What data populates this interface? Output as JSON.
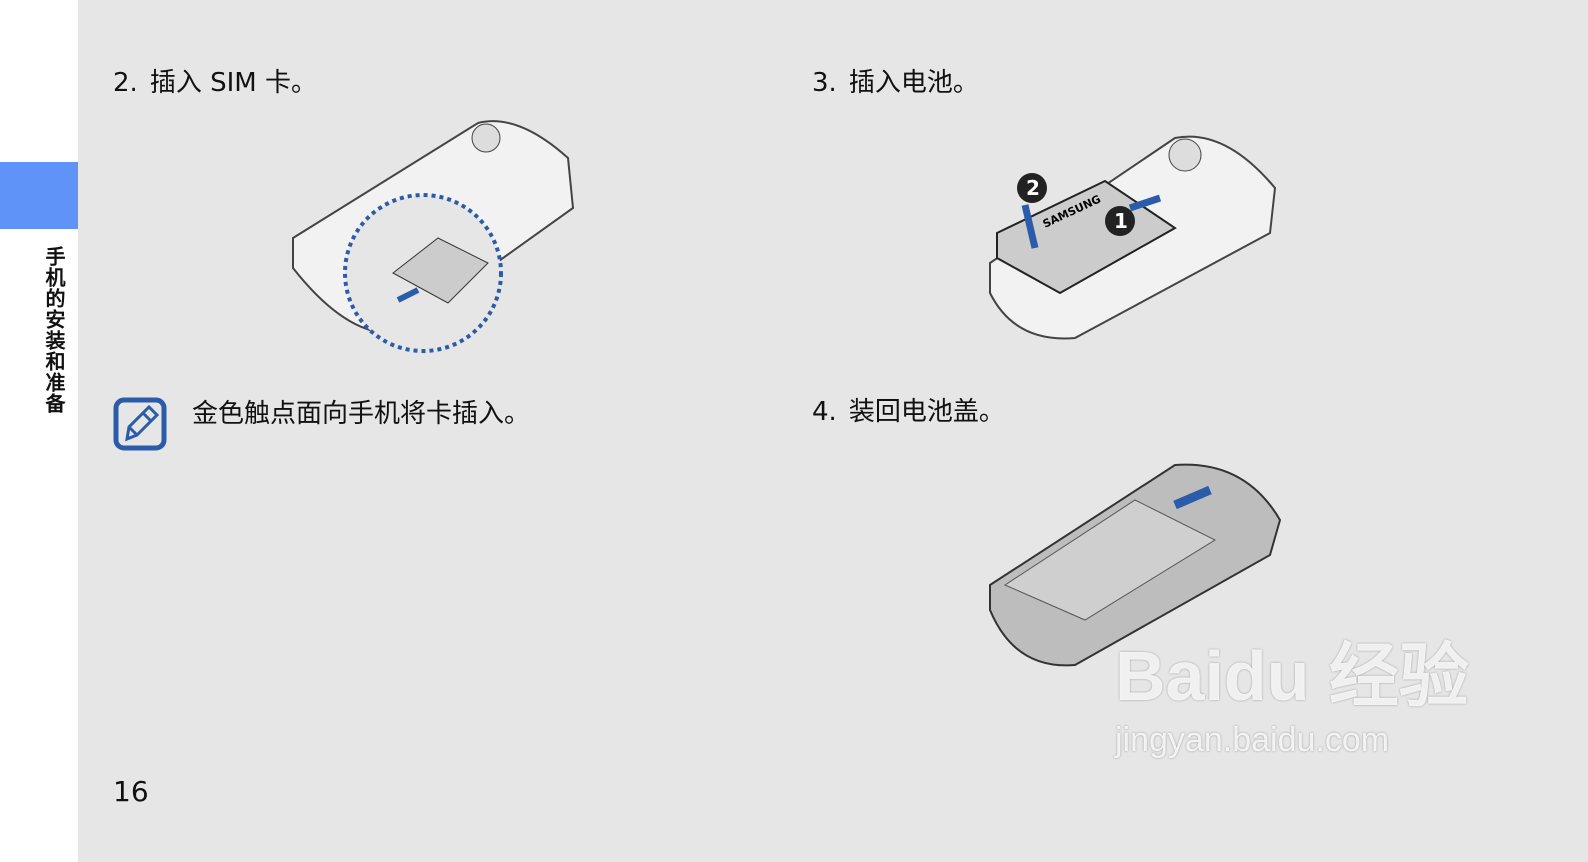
{
  "sidebar": {
    "section_title": "手机的安装和准备",
    "accent": "#5f93f7"
  },
  "steps": [
    {
      "number": "2.",
      "text": "插入 SIM 卡。"
    },
    {
      "number": "3.",
      "text": "插入电池。"
    },
    {
      "number": "4.",
      "text": "装回电池盖。"
    }
  ],
  "note": {
    "icon": "note-pencil-icon",
    "text": "金色触点面向手机将卡插入。"
  },
  "battery_label": "SAMSUNG",
  "callouts": [
    "1",
    "2"
  ],
  "page_number": "16",
  "watermark": {
    "brand": "Baidu 经验",
    "url": "jingyan.baidu.com"
  }
}
